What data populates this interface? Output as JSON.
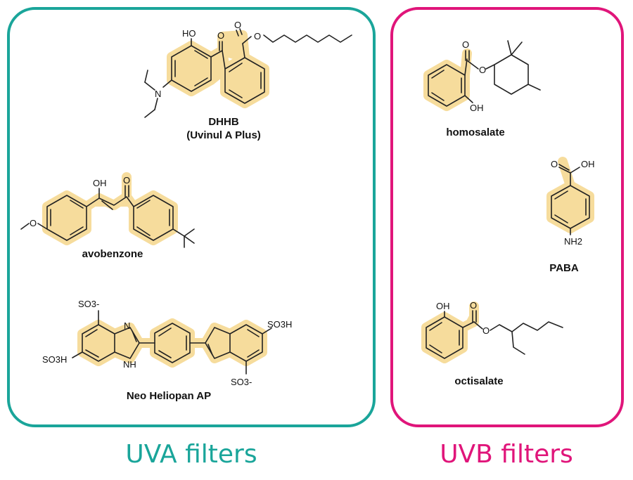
{
  "colors": {
    "uva_frame": "#1aa59a",
    "uvb_frame": "#e0157a",
    "highlight": "#f6dc9c"
  },
  "uva_panel": {
    "label": "UVA filters",
    "molecules": [
      {
        "name": "DHHB",
        "subtitle": "(Uvinul A Plus)",
        "atoms": [
          "HO",
          "O",
          "O",
          "O",
          "N"
        ]
      },
      {
        "name": "avobenzone",
        "atoms": [
          "OH",
          "O",
          "O"
        ]
      },
      {
        "name": "Neo Heliopan AP",
        "atoms": [
          "SO3-",
          "SO3H",
          "NH",
          "N",
          "SO3H",
          "SO3-"
        ]
      }
    ]
  },
  "uvb_panel": {
    "label": "UVB filters",
    "molecules": [
      {
        "name": "homosalate",
        "atoms": [
          "O",
          "O",
          "OH"
        ]
      },
      {
        "name": "PABA",
        "atoms": [
          "O",
          "OH",
          "NH2"
        ]
      },
      {
        "name": "octisalate",
        "atoms": [
          "OH",
          "O",
          "O"
        ]
      }
    ]
  }
}
